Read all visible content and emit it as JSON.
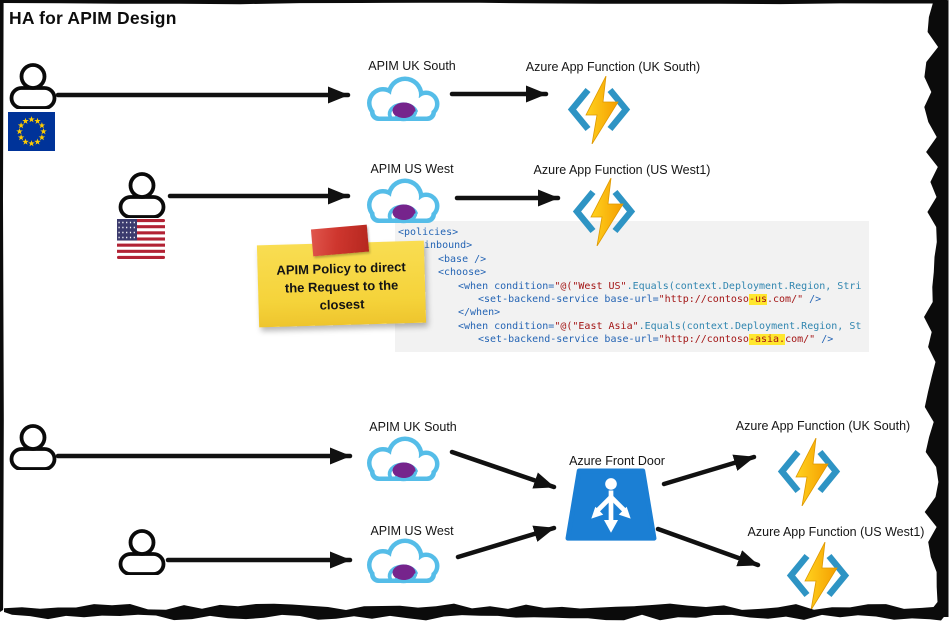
{
  "title": "HA for APIM Design",
  "diagram": {
    "row1": {
      "user_icon": "user-icon",
      "flag_icon": "eu-flag-icon",
      "apim_label": "APIM UK South",
      "function_label": "Azure App Function (UK South)"
    },
    "row2": {
      "user_icon": "user-icon",
      "flag_icon": "us-flag-icon",
      "apim_label": "APIM US West",
      "function_label": "Azure App Function (US West1)"
    },
    "bottom": {
      "user_uk_icon": "user-icon",
      "user_us_icon": "user-icon",
      "apim_uk_label": "APIM UK South",
      "apim_us_label": "APIM US West",
      "front_door_label": "Azure Front Door",
      "front_door_icon": "azure-front-door-icon",
      "function_uk_label": "Azure App Function (UK South)",
      "function_us_label": "Azure App Function (US West1)"
    },
    "apim_icon": "azure-apim-cloud-icon",
    "function_icon": "azure-function-bolt-icon"
  },
  "sticky_note": {
    "text": "APIM Policy to direct the Request to the closest",
    "tape_icon": "red-tape-icon"
  },
  "policy_code": {
    "lines": [
      {
        "indent": 0,
        "segments": [
          {
            "t": "<policies>",
            "c": "tag"
          }
        ]
      },
      {
        "indent": 1,
        "segments": [
          {
            "t": "<inbound>",
            "c": "tag"
          }
        ]
      },
      {
        "indent": 2,
        "segments": [
          {
            "t": "<base />",
            "c": "tag"
          }
        ]
      },
      {
        "indent": 2,
        "segments": [
          {
            "t": "<choose>",
            "c": "tag"
          }
        ]
      },
      {
        "indent": 3,
        "segments": [
          {
            "t": "<when condition=",
            "c": "tag"
          },
          {
            "t": "\"@(\"West US\"",
            "c": "str"
          },
          {
            "t": ".Equals(context.Deployment.Region, Stri",
            "c": "expr"
          }
        ]
      },
      {
        "indent": 4,
        "segments": [
          {
            "t": "<set-backend-service base-url=",
            "c": "tag"
          },
          {
            "t": "\"http://contoso",
            "c": "str"
          },
          {
            "t": "-us",
            "c": "hl"
          },
          {
            "t": ".com/\"",
            "c": "str"
          },
          {
            "t": " />",
            "c": "tag"
          }
        ]
      },
      {
        "indent": 3,
        "segments": [
          {
            "t": "</when>",
            "c": "tag"
          }
        ]
      },
      {
        "indent": 3,
        "segments": [
          {
            "t": "<when condition=",
            "c": "tag"
          },
          {
            "t": "\"@(\"East Asia\"",
            "c": "str"
          },
          {
            "t": ".Equals(context.Deployment.Region, St",
            "c": "expr"
          }
        ]
      },
      {
        "indent": 4,
        "segments": [
          {
            "t": "<set-backend-service base-url=",
            "c": "tag"
          },
          {
            "t": "\"http://contoso",
            "c": "str"
          },
          {
            "t": "-asia.",
            "c": "hl"
          },
          {
            "t": "com/\"",
            "c": "str"
          },
          {
            "t": " />",
            "c": "tag"
          }
        ]
      }
    ]
  },
  "colors": {
    "apim_cloud_blue": "#55bde8",
    "apim_gateway_purple": "#76248c",
    "function_bolt_yellow": "#fcb900",
    "function_bracket_blue": "#2e94c4",
    "front_door_blue": "#1b7fd4",
    "sticky_note_yellow": "#f5d33a",
    "sticky_tape_red": "#ce362e",
    "eu_flag_blue": "#003399",
    "eu_star_yellow": "#ffcc00",
    "us_flag_red": "#b22234",
    "us_flag_blue": "#3c3b6e",
    "code_tag_blue": "#2464b4",
    "code_string_red": "#a31515",
    "code_expression_blue": "#3186b0",
    "code_highlight_yellow": "#ffe72e",
    "arrow_black": "#111111"
  }
}
